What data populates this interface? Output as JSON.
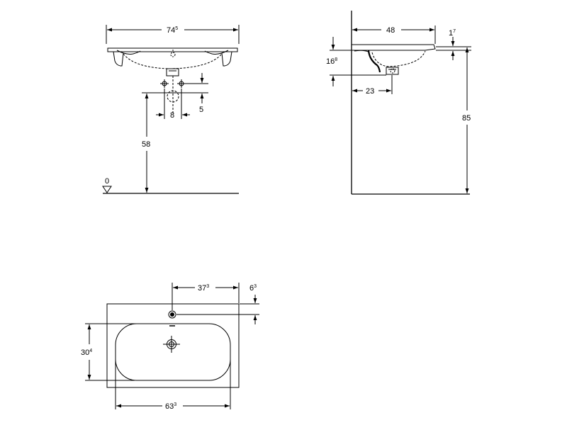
{
  "front_view": {
    "width": {
      "main": "74",
      "sup": "5"
    },
    "drain_offset": {
      "main": "5",
      "sup": ""
    },
    "spacing": {
      "main": "8",
      "sup": ""
    },
    "height": {
      "main": "58",
      "sup": ""
    },
    "floor_level": "0"
  },
  "side_view": {
    "depth": {
      "main": "48",
      "sup": ""
    },
    "rim": {
      "main": "1",
      "sup": "7"
    },
    "bowl_height": {
      "main": "16",
      "sup": "8"
    },
    "drain_offset": {
      "main": "23",
      "sup": ""
    },
    "total_height": {
      "main": "85",
      "sup": ""
    }
  },
  "top_view": {
    "tap_offset": {
      "main": "37",
      "sup": "3"
    },
    "edge_offset": {
      "main": "6",
      "sup": "3"
    },
    "bowl_depth": {
      "main": "30",
      "sup": "4"
    },
    "bowl_width": {
      "main": "63",
      "sup": "3"
    }
  }
}
